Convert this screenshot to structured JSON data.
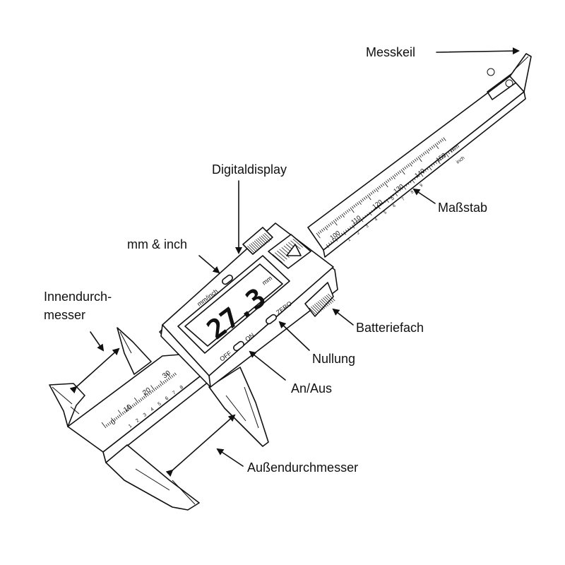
{
  "labels": {
    "messkeil": "Messkeil",
    "digitaldisplay": "Digitaldisplay",
    "massstab": "Maßstab",
    "mm_inch": "mm & inch",
    "innendurchmesser_1": "Innendurch-",
    "innendurchmesser_2": "messer",
    "batteriefach": "Batteriefach",
    "nullung": "Nullung",
    "an_aus": "An/Aus",
    "aussendurchmesser": "Außendurchmesser"
  },
  "device": {
    "button_mm_inch": "mm/inch",
    "button_off": "OFF",
    "button_on": "ON",
    "button_zero": "ZERO",
    "display_value": "27.3",
    "display_unit": "mm",
    "scale_unit_mm": "mm",
    "scale_unit_inch": "inch",
    "main_scale_ticks": [
      "100",
      "110",
      "120",
      "130",
      "140",
      "150"
    ],
    "jaw_scale_ticks": [
      "0",
      "10",
      "20",
      "30"
    ],
    "vernier_digits_upper": [
      "1",
      "2",
      "3",
      "4",
      "5",
      "6",
      "7",
      "8",
      "9"
    ],
    "vernier_digits_lower": [
      "1",
      "2",
      "3",
      "4",
      "5",
      "6",
      "7",
      "8"
    ],
    "inch_scale_mark": "5"
  }
}
